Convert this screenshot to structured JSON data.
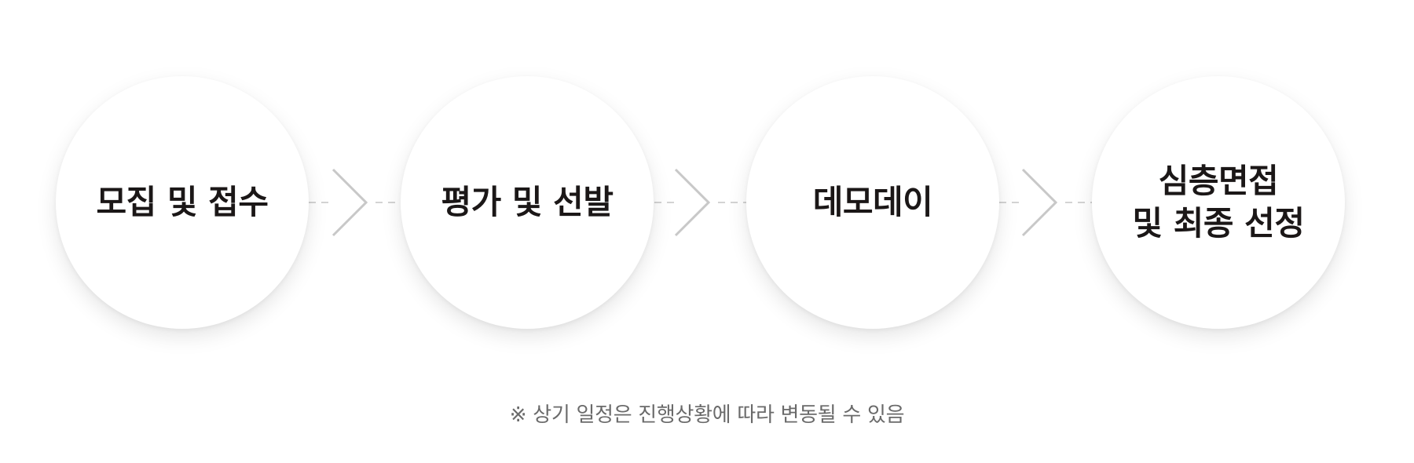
{
  "process_steps": [
    {
      "label": "모집 및 접수"
    },
    {
      "label": "평가 및 선발"
    },
    {
      "label": "데모데이"
    },
    {
      "label": "심층면접\n및 최종 선정"
    }
  ],
  "connector_icon": "chevron-right-icon",
  "colors": {
    "circle_fill": "#ffffff",
    "label_text": "#1b1717",
    "connector": "#c8c8c8",
    "note_text": "#6a6a6a"
  },
  "footnote": "※ 상기 일정은 진행상황에 따라 변동될 수 있음"
}
